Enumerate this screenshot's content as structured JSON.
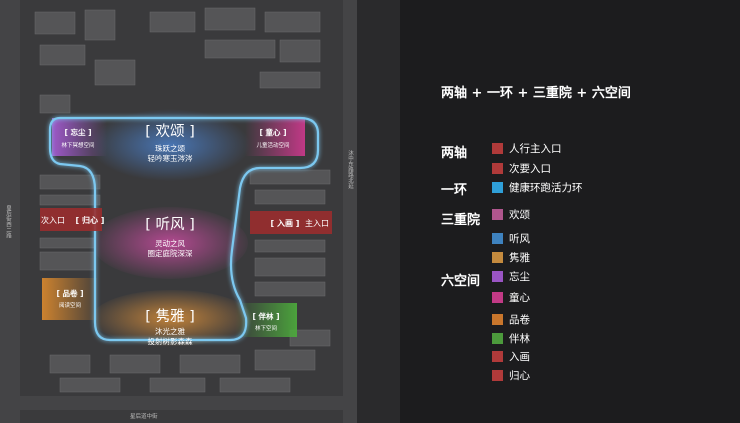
{
  "headline": "两轴 + 一环 + 三重院 + 六空间",
  "legend": {
    "axis_title": "两轴",
    "ring_title": "一环",
    "courtyard_title": "三重院",
    "space_title": "六空间",
    "main_entry": {
      "label": "人行主入口",
      "color": "#b03a3a"
    },
    "second_entry": {
      "label": "次要入口",
      "color": "#b03a3a"
    },
    "ring": {
      "label": "健康环跑活力环",
      "color": "#2f9fd8"
    },
    "huansong": {
      "label": "欢颂",
      "color": "#b0568e"
    },
    "tingfeng": {
      "label": "听风",
      "color": "#3e82bf"
    },
    "juanya": {
      "label": "隽雅",
      "color": "#c48a3e"
    },
    "wangchen": {
      "label": "忘尘",
      "color": "#9a55c4"
    },
    "tongxin": {
      "label": "童心",
      "color": "#c23a86"
    },
    "pinjuan": {
      "label": "品卷",
      "color": "#c9762c"
    },
    "banlin": {
      "label": "伴林",
      "color": "#4c9a3c"
    },
    "ruhua": {
      "label": "入画",
      "color": "#b03a3a"
    },
    "guixin": {
      "label": "归心",
      "color": "#b03a3a"
    }
  },
  "map": {
    "huansong": {
      "title": "[ 欢颂 ]",
      "line1": "珠跃之颂",
      "line2": "轻吟寒玉涔涔"
    },
    "tingfeng": {
      "title": "[ 听风 ]",
      "line1": "灵动之风",
      "line2": "圈定庭院深深"
    },
    "juanya": {
      "title": "[ 隽雅 ]",
      "line1": "沐光之雅",
      "line2": "投射树影森森"
    },
    "wangchen": {
      "tag": "[ 忘尘 ]",
      "sub": "林下冥想空间"
    },
    "tongxin": {
      "tag": "[ 童心 ]",
      "sub": "儿童活动空间"
    },
    "pinjuan": {
      "tag": "[ 品卷 ]",
      "sub": "阅读空间"
    },
    "banlin": {
      "tag": "[ 伴林 ]",
      "sub": "林下空间"
    },
    "second_entry": {
      "label": "次入口",
      "tag": "[ 归心 ]"
    },
    "main_entry": {
      "tag": "[ 入画 ]",
      "label": "主入口"
    },
    "roads": {
      "east": "沐中东路路北延",
      "west": "皇后街西二路",
      "south": "星后道中街"
    }
  }
}
